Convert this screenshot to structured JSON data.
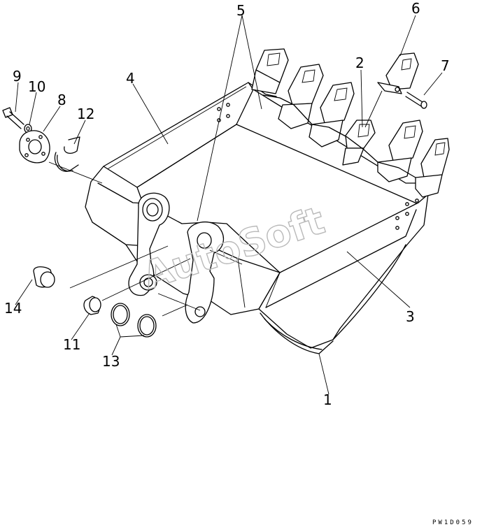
{
  "diagram": {
    "watermark": "AutoSoft",
    "drawing_code": "PW1D059",
    "part_labels": [
      "1",
      "2",
      "3",
      "4",
      "5",
      "6",
      "7",
      "8",
      "9",
      "10",
      "11",
      "12",
      "13",
      "14"
    ]
  }
}
